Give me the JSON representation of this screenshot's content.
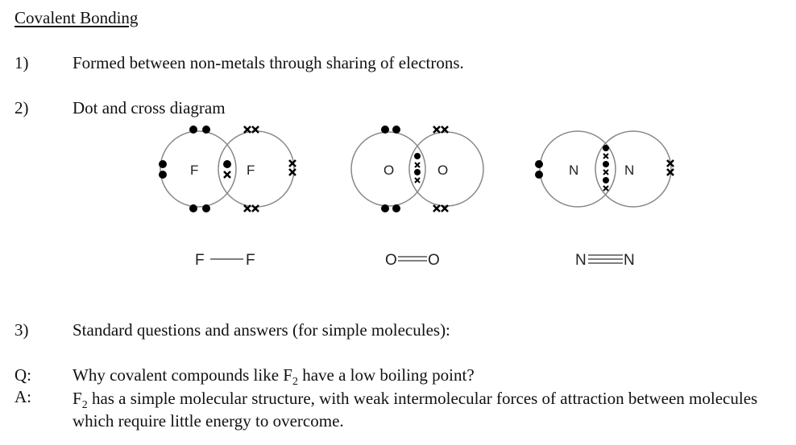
{
  "title": "Covalent Bonding",
  "points": [
    {
      "number": "1)",
      "text": "Formed between non-metals through sharing of electrons."
    },
    {
      "number": "2)",
      "text": "Dot and cross diagram"
    },
    {
      "number": "3)",
      "text": "Standard questions and answers (for simple molecules):"
    }
  ],
  "diagrams": [
    {
      "molecule": "F2",
      "atom_left": "F",
      "atom_right": "F",
      "shared_electrons": [
        "dot",
        "cross"
      ],
      "structural_formula": {
        "left": "F",
        "right": "F",
        "bond": "single"
      }
    },
    {
      "molecule": "O2",
      "atom_left": "O",
      "atom_right": "O",
      "shared_electrons": [
        "dot",
        "cross",
        "dot",
        "cross"
      ],
      "structural_formula": {
        "left": "O",
        "right": "O",
        "bond": "double"
      }
    },
    {
      "molecule": "N2",
      "atom_left": "N",
      "atom_right": "N",
      "shared_electrons": [
        "dot",
        "cross",
        "dot",
        "cross",
        "dot",
        "cross"
      ],
      "structural_formula": {
        "left": "N",
        "right": "N",
        "bond": "triple"
      }
    }
  ],
  "qa": {
    "q_label": "Q:",
    "question_pre": "Why covalent compounds like F",
    "question_sub": "2",
    "question_post": " have a low boiling point?",
    "a_label": "A:",
    "answer_pre": "F",
    "answer_sub": "2",
    "answer_post": " has a simple molecular structure, with weak intermolecular forces of attraction between molecules which require little energy to overcome."
  }
}
